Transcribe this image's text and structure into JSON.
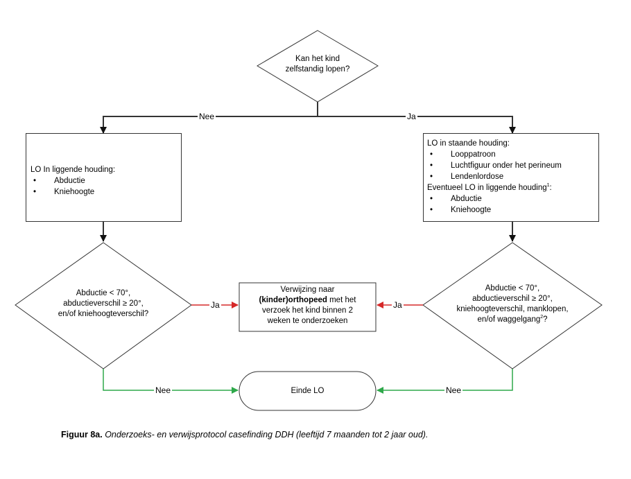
{
  "start": {
    "line1": "Kan het kind",
    "line2": "zelfstandig lopen?"
  },
  "branch_no": "Nee",
  "branch_yes": "Ja",
  "left_box": {
    "title": "LO In liggende houding:",
    "items": [
      "Abductie",
      "Kniehoogte"
    ]
  },
  "right_box": {
    "title": "LO in staande houding:",
    "items": [
      "Looppatroon",
      "Luchtfiguur onder het perineum",
      "Lendenlordose"
    ],
    "title2": "Eventueel LO in liggende houding",
    "title2_sup": "1",
    "title2_tail": ":",
    "items2": [
      "Abductie",
      "Kniehoogte"
    ]
  },
  "left_decision": {
    "line1": "Abductie < 70°,",
    "line2": "abductieverschil ≥ 20°,",
    "line3": "en/of kniehoogteverschil?"
  },
  "right_decision": {
    "line1": "Abductie < 70°,",
    "line2": "abductieverschil ≥ 20°,",
    "line3": "kniehoogteverschil, manklopen,",
    "line4": "en/of waggelgang",
    "line4_sup": "2",
    "line4_tail": "?"
  },
  "referral": {
    "line1": "Verwijzing naar",
    "bold": "(kinder)orthopeed",
    "line2_tail": " met het",
    "line3": "verzoek het kind binnen 2",
    "line4": "weken te onderzoeken"
  },
  "left_yes": "Ja",
  "right_yes": "Ja",
  "left_no": "Nee",
  "right_no": "Nee",
  "end": "Einde LO",
  "caption": {
    "label": "Figuur 8a.",
    "text": " Onderzoeks- en verwijsprotocol casefinding DDH (leeftijd 7 maanden tot 2 jaar oud)."
  },
  "colors": {
    "line": "#333333",
    "yes": "#d62828",
    "no": "#2ea84a"
  }
}
